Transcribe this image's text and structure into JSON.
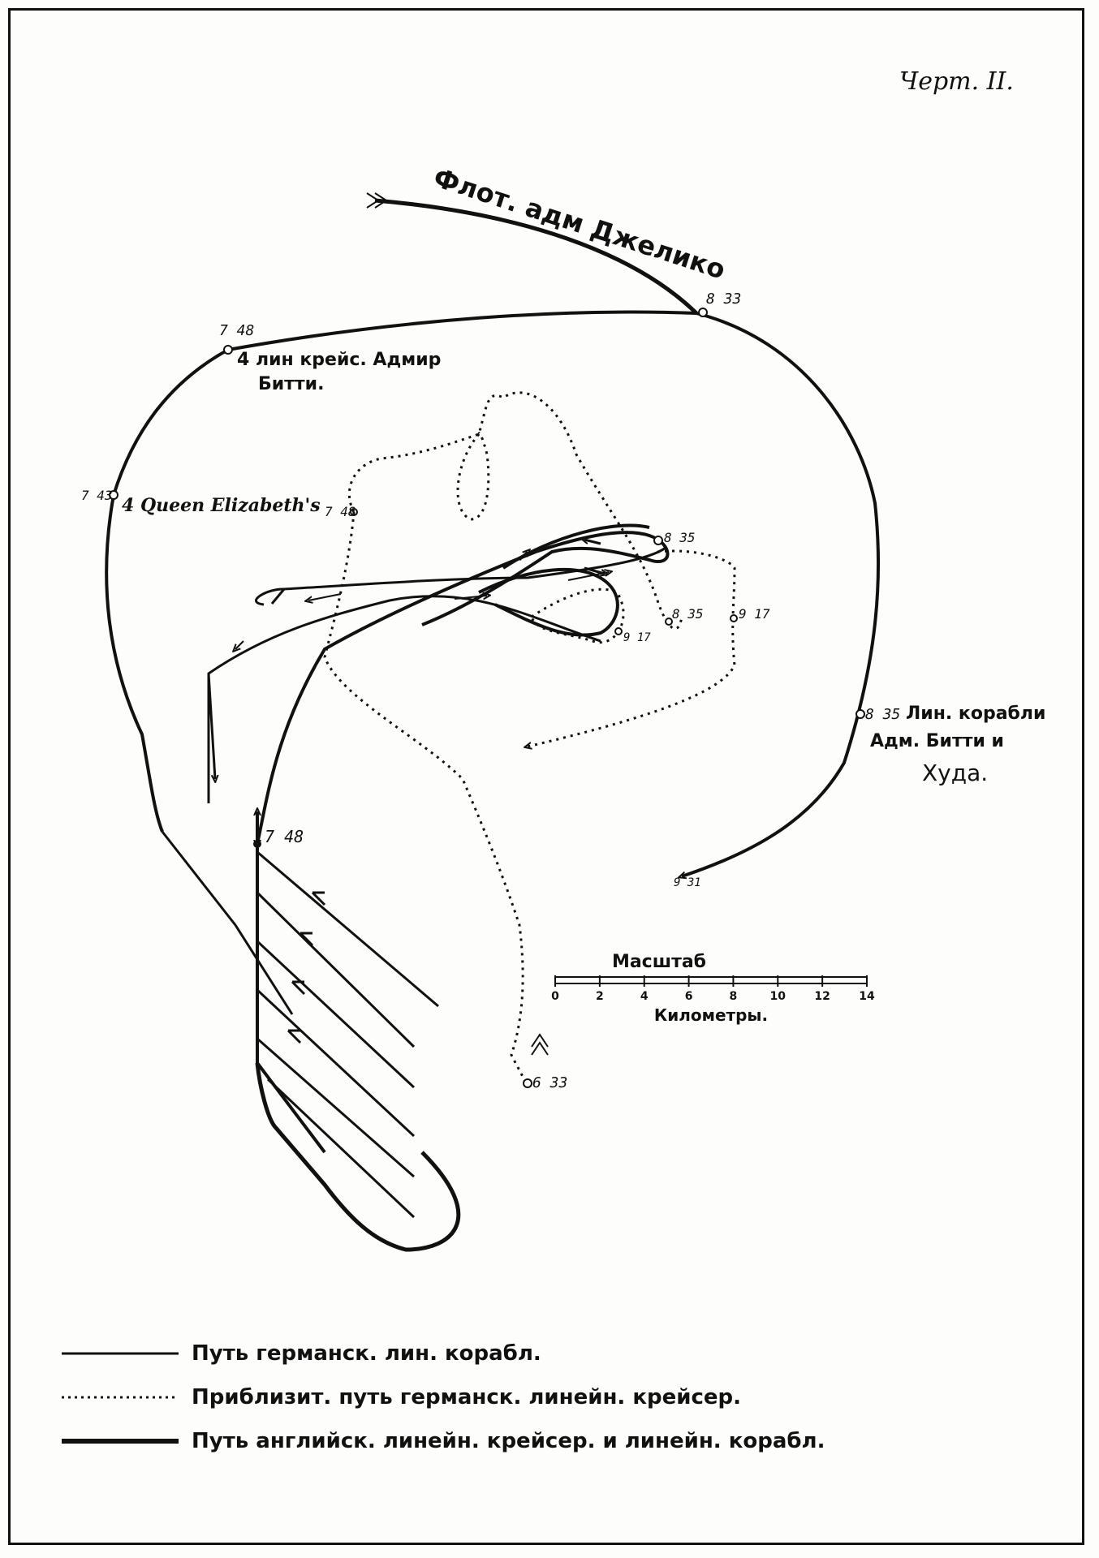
{
  "figure_label": "Черт. II.",
  "labels": {
    "jellicoe_fleet": "Флот. адм Джелико",
    "beatty_cruisers_line1": "4 лин крейс. Адмир",
    "beatty_cruisers_line2": "Битти.",
    "queen_elizabeth": "4 Queen Elizabeth's",
    "battleships_line1": "Лин. корабли",
    "battleships_line2": "Адм. Битти и",
    "battleships_line3": "Худа."
  },
  "times": {
    "t748_top": "7 48",
    "t833_top": "8 33",
    "t743": "7 43",
    "t748_mid": "7 48",
    "t835_right": "8 35",
    "t835_mid": "8 35",
    "t917": "9 17",
    "t917_small": "9 17",
    "t835_big": "8 35",
    "t748_left": "7 48",
    "t931": "9 31",
    "t633": "6 33"
  },
  "scale": {
    "title": "Масштаб",
    "unit": "Километры.",
    "ticks": [
      "0",
      "2",
      "4",
      "6",
      "8",
      "10",
      "12",
      "14"
    ]
  },
  "legend": [
    {
      "style": "thin",
      "text": "Путь германск. лин. корабл."
    },
    {
      "style": "dotted",
      "text": "Приблизит. путь германск. линейн. крейсер."
    },
    {
      "style": "thick",
      "text": "Путь английск. линейн. крейсер. и линейн. корабл."
    }
  ],
  "colors": {
    "ink": "#111111",
    "paper": "#fdfdfb"
  }
}
